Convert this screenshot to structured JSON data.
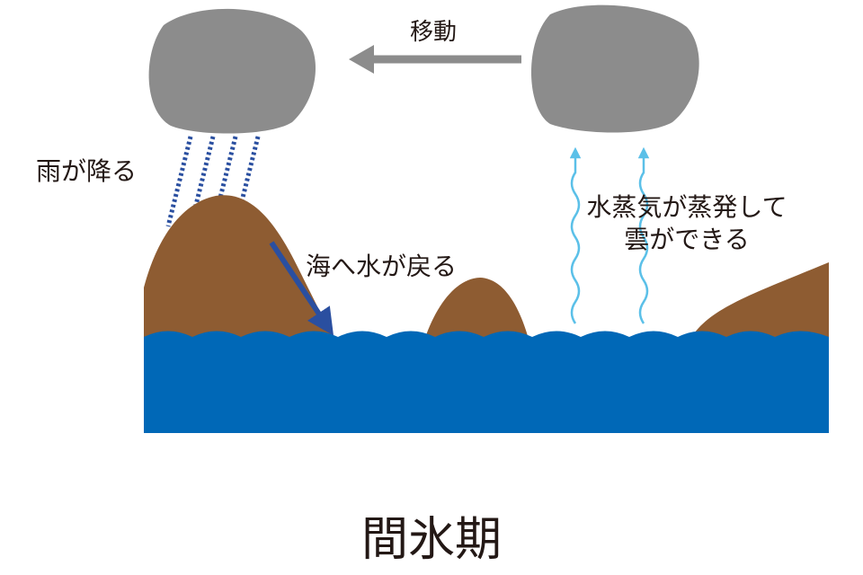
{
  "labels": {
    "move": "移動",
    "rain": "雨が降る",
    "return_to_sea": "海へ水が戻る",
    "evaporation_line1": "水蒸気が蒸発して",
    "evaporation_line2": "雲ができる",
    "title": "間氷期"
  },
  "colors": {
    "cloud": "#8c8c8c",
    "land": "#8e5c32",
    "sea": "#0068b7",
    "rain": "#2a4fa0",
    "flow_arrow": "#2a4fa0",
    "vapor": "#5bc0e8",
    "move_arrow": "#8c8c8c",
    "text": "#231815"
  }
}
